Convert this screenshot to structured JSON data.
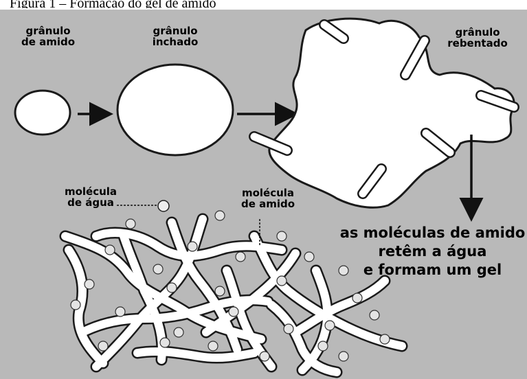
{
  "caption": "Figura 1 – Formação do gel de amido",
  "labels": {
    "granulo_amido_1": "grânulo",
    "granulo_amido_2": "de amido",
    "granulo_inchado_1": "grânulo",
    "granulo_inchado_2": "inchado",
    "granulo_rebentado_1": "grânulo",
    "granulo_rebentado_2": "rebentado",
    "molecula_agua_1": "molécula",
    "molecula_agua_2": "de água",
    "molecula_amido_1": "molécula",
    "molecula_amido_2": "de amido",
    "result_1": "as moléculas de amido",
    "result_2": "retêm a água",
    "result_3": "e formam um gel"
  },
  "colors": {
    "background": "#b9b9b9",
    "shape_fill": "#ffffff",
    "outline": "#1a1a1a",
    "water": "#e4e4e4"
  }
}
